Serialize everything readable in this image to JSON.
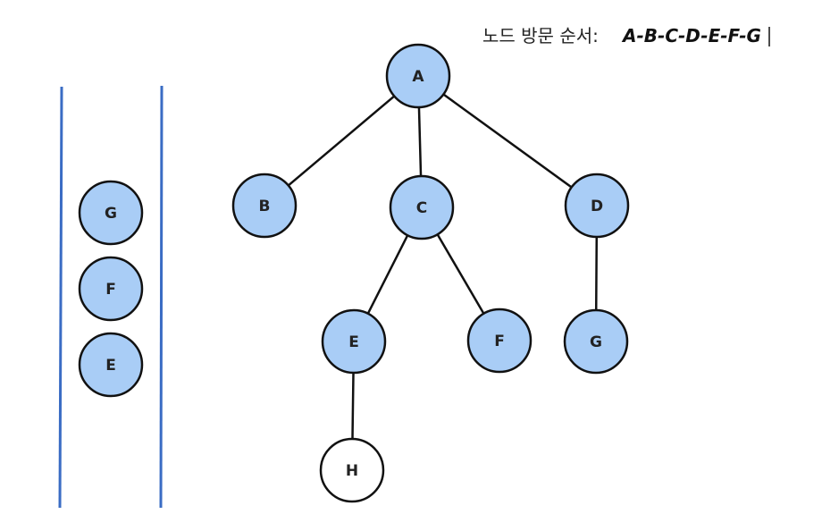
{
  "visit_order": {
    "label": "노드 방문 순서:",
    "value": "A-B-C-D-E-F-G"
  },
  "tree": {
    "nodes": [
      {
        "id": "A",
        "label": "A",
        "visited": true
      },
      {
        "id": "B",
        "label": "B",
        "visited": true
      },
      {
        "id": "C",
        "label": "C",
        "visited": true
      },
      {
        "id": "D",
        "label": "D",
        "visited": true
      },
      {
        "id": "E",
        "label": "E",
        "visited": true
      },
      {
        "id": "F",
        "label": "F",
        "visited": true
      },
      {
        "id": "G",
        "label": "G",
        "visited": true
      },
      {
        "id": "H",
        "label": "H",
        "visited": false
      }
    ],
    "edges": [
      [
        "A",
        "B"
      ],
      [
        "A",
        "C"
      ],
      [
        "A",
        "D"
      ],
      [
        "C",
        "E"
      ],
      [
        "C",
        "F"
      ],
      [
        "D",
        "G"
      ],
      [
        "E",
        "H"
      ]
    ]
  },
  "queue": {
    "items": [
      "G",
      "F",
      "E"
    ]
  },
  "colors": {
    "visited_fill": "#a9cdf6",
    "unvisited_fill": "#ffffff",
    "node_stroke": "#111111",
    "edge": "#111111",
    "queue_walls": "#3a6cc4"
  }
}
